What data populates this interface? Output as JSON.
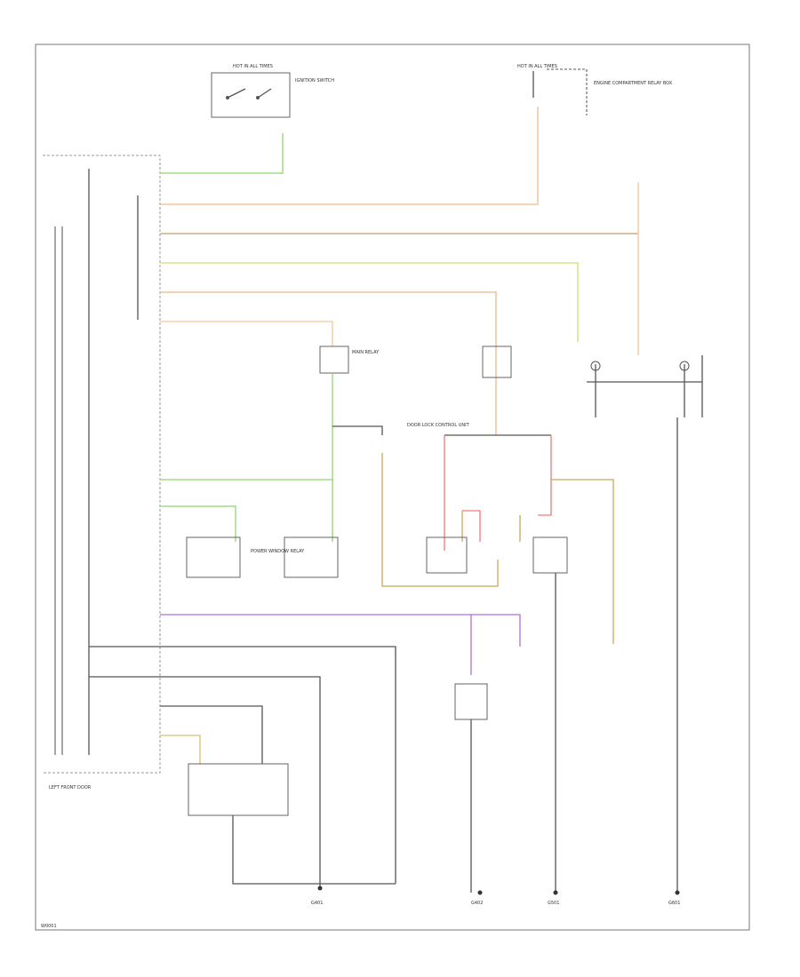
{
  "colors": {
    "black": "#555555",
    "green": "#8ed86e",
    "orange": "#f7b98a",
    "brown": "#c89a6e",
    "light_green": "#c8e07a",
    "yellow_green": "#cde06e",
    "purple": "#b06fd6",
    "red": "#f07a7a",
    "tan": "#c8a85a",
    "peach": "#f4c796"
  },
  "labels": {
    "hot_at_top_left": "HOT IN ALL TIMES",
    "hot_at_top_right": "HOT IN ALL TIMES",
    "ignition_switch": "IGNITION SWITCH",
    "main_relay_label": "ENGINE COMPARTMENT RELAY BOX",
    "relay_label": "MAIN RELAY",
    "power_window_relay": "POWER WINDOW RELAY",
    "door_lock_control": "DOOR LOCK CONTROL UNIT",
    "bottom_left_label": "LEFT FRONT DOOR",
    "bottom_ground_1": "G401",
    "bottom_ground_2": "G402",
    "bottom_ground_3": "G501",
    "bottom_ground_4": "G601",
    "footer_code": "W0001"
  }
}
